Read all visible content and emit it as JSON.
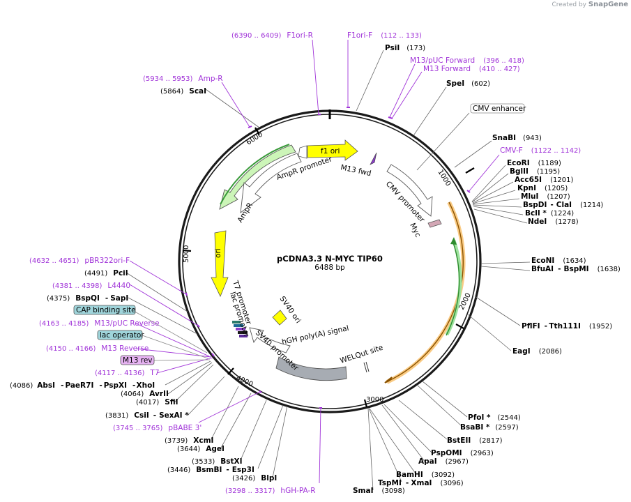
{
  "watermark": {
    "prefix": "Created by",
    "brand": "SnapGene"
  },
  "plasmid": {
    "name": "pCDNA3.3 N-MYC TIP60",
    "length": "6488 bp"
  },
  "ticks": [
    "1000",
    "2000",
    "3000",
    "4000",
    "5000",
    "6000"
  ],
  "features_text": {
    "f1ori": "f1 ori",
    "m13fwd": "M13 fwd",
    "ampr_promoter": "AmpR promoter",
    "ampr": "AmpR",
    "ori": "ori",
    "cmv_promoter": "CMV promoter",
    "myc": "Myc",
    "t7_promoter": "T7 promoter",
    "lac_promoter": "lac promoter",
    "sv40_ori": "SV40 ori",
    "sv40_promoter": "SV40 promoter",
    "hgh": "hGH poly(A) signal",
    "welqut": "WELQut site"
  },
  "colors": {
    "primer": "#a033d8",
    "f1ori": "#ffff00",
    "ampr": "#ccf5b8",
    "ori": "#ffff00",
    "hgh": "#a7acb3",
    "orf": "#f7a832",
    "green_arrow": "#3db33d",
    "myc": "#d3a7b5"
  },
  "boxed_labels": {
    "cmv_enhancer": "CMV enhancer",
    "cap": "CAP binding site",
    "lac_operator": "lac operator",
    "m13rev": "M13 rev"
  },
  "primers": {
    "f1ori_r": {
      "name": "F1ori-R",
      "pos": "(6390 .. 6409)"
    },
    "f1ori_f": {
      "name": "F1ori-F",
      "pos": "(112 .. 133)"
    },
    "m13puc_fwd": {
      "name": "M13/pUC Forward",
      "pos": "(396 .. 418)"
    },
    "m13_fwd": {
      "name": "M13 Forward",
      "pos": "(410 .. 427)"
    },
    "amp_r": {
      "name": "Amp-R",
      "pos": "(5934 .. 5953)"
    },
    "cmv_f": {
      "name": "CMV-F",
      "pos": "(1122 .. 1142)"
    },
    "pbr322": {
      "name": "pBR322ori-F",
      "pos": "(4632 .. 4651)"
    },
    "l4440": {
      "name": "L4440",
      "pos": "(4381 .. 4398)"
    },
    "m13puc_rev": {
      "name": "M13/pUC Reverse",
      "pos": "(4163 .. 4185)"
    },
    "m13_rev": {
      "name": "M13 Reverse",
      "pos": "(4150 .. 4166)"
    },
    "t7": {
      "name": "T7",
      "pos": "(4117 .. 4136)"
    },
    "pbabe": {
      "name": "pBABE 3'",
      "pos": "(3745 .. 3765)"
    },
    "hgh_pa_r": {
      "name": "hGH-PA-R",
      "pos": "(3298 .. 3317)"
    }
  },
  "enzymes": {
    "psi": {
      "name": "PsiI",
      "pos": "(173)"
    },
    "spe": {
      "name": "SpeI",
      "pos": "(602)"
    },
    "sca": {
      "name": "ScaI",
      "pos": "(5864)"
    },
    "snab": {
      "name": "SnaBI",
      "pos": "(943)"
    },
    "ecori": {
      "name": "EcoRI",
      "pos": "(1189)"
    },
    "bglii": {
      "name": "BglII",
      "pos": "(1195)"
    },
    "acc65": {
      "name": "Acc65I",
      "pos": "(1201)"
    },
    "kpn": {
      "name": "KpnI",
      "pos": "(1205)"
    },
    "mlu": {
      "name": "MluI",
      "pos": "(1207)"
    },
    "bspdi": {
      "name": "BspDI",
      "sep": "-",
      "name2": "ClaI",
      "pos": "(1214)"
    },
    "bcl": {
      "name": "BclI *",
      "pos": "(1224)"
    },
    "nde": {
      "name": "NdeI",
      "pos": "(1278)"
    },
    "econi": {
      "name": "EcoNI",
      "pos": "(1634)"
    },
    "bfuai": {
      "name": "BfuAI",
      "sep": "-",
      "name2": "BspMI",
      "pos": "(1638)"
    },
    "pflfi": {
      "name": "PflFI",
      "sep": "-",
      "name2": "Tth111I",
      "pos": "(1952)"
    },
    "eag": {
      "name": "EagI",
      "pos": "(2086)"
    },
    "pfoi": {
      "name": "PfoI *",
      "pos": "(2544)"
    },
    "bsabi": {
      "name": "BsaBI *",
      "pos": "(2597)"
    },
    "bsteii": {
      "name": "BstEII",
      "pos": "(2817)"
    },
    "pspomi": {
      "name": "PspOMI",
      "pos": "(2963)"
    },
    "apai": {
      "name": "ApaI",
      "pos": "(2967)"
    },
    "bamhi": {
      "name": "BamHI",
      "pos": "(3092)"
    },
    "tspmi": {
      "name": "TspMI",
      "sep": "-",
      "name2": "XmaI",
      "pos": "(3096)"
    },
    "smai": {
      "name": "SmaI",
      "pos": "(3098)"
    },
    "blpi": {
      "name": "BlpI",
      "pos": "(3426)"
    },
    "bsmbi": {
      "name": "BsmBI",
      "sep": "-",
      "name2": "Esp3I",
      "pos": "(3446)"
    },
    "bstxi": {
      "name": "BstXI",
      "pos": "(3533)"
    },
    "agei": {
      "name": "AgeI",
      "pos": "(3644)"
    },
    "xcmi": {
      "name": "XcmI",
      "pos": "(3739)"
    },
    "csii": {
      "name": "CsiI",
      "sep": "-",
      "name2": "SexAI *",
      "pos": "(3831)"
    },
    "sfii": {
      "name": "SfiI",
      "pos": "(4017)"
    },
    "avrii": {
      "name": "AvrII",
      "pos": "(4064)"
    },
    "absi": {
      "name": "AbsI",
      "sep": "-",
      "name2": "PaeR7I",
      "sep2": "-",
      "name3": "PspXI",
      "sep3": "-",
      "name4": "XhoI",
      "pos": "(4086)"
    },
    "bspqi": {
      "name": "BspQI",
      "sep": "-",
      "name2": "SapI",
      "pos": "(4375)"
    },
    "pci": {
      "name": "PciI",
      "pos": "(4491)"
    }
  }
}
